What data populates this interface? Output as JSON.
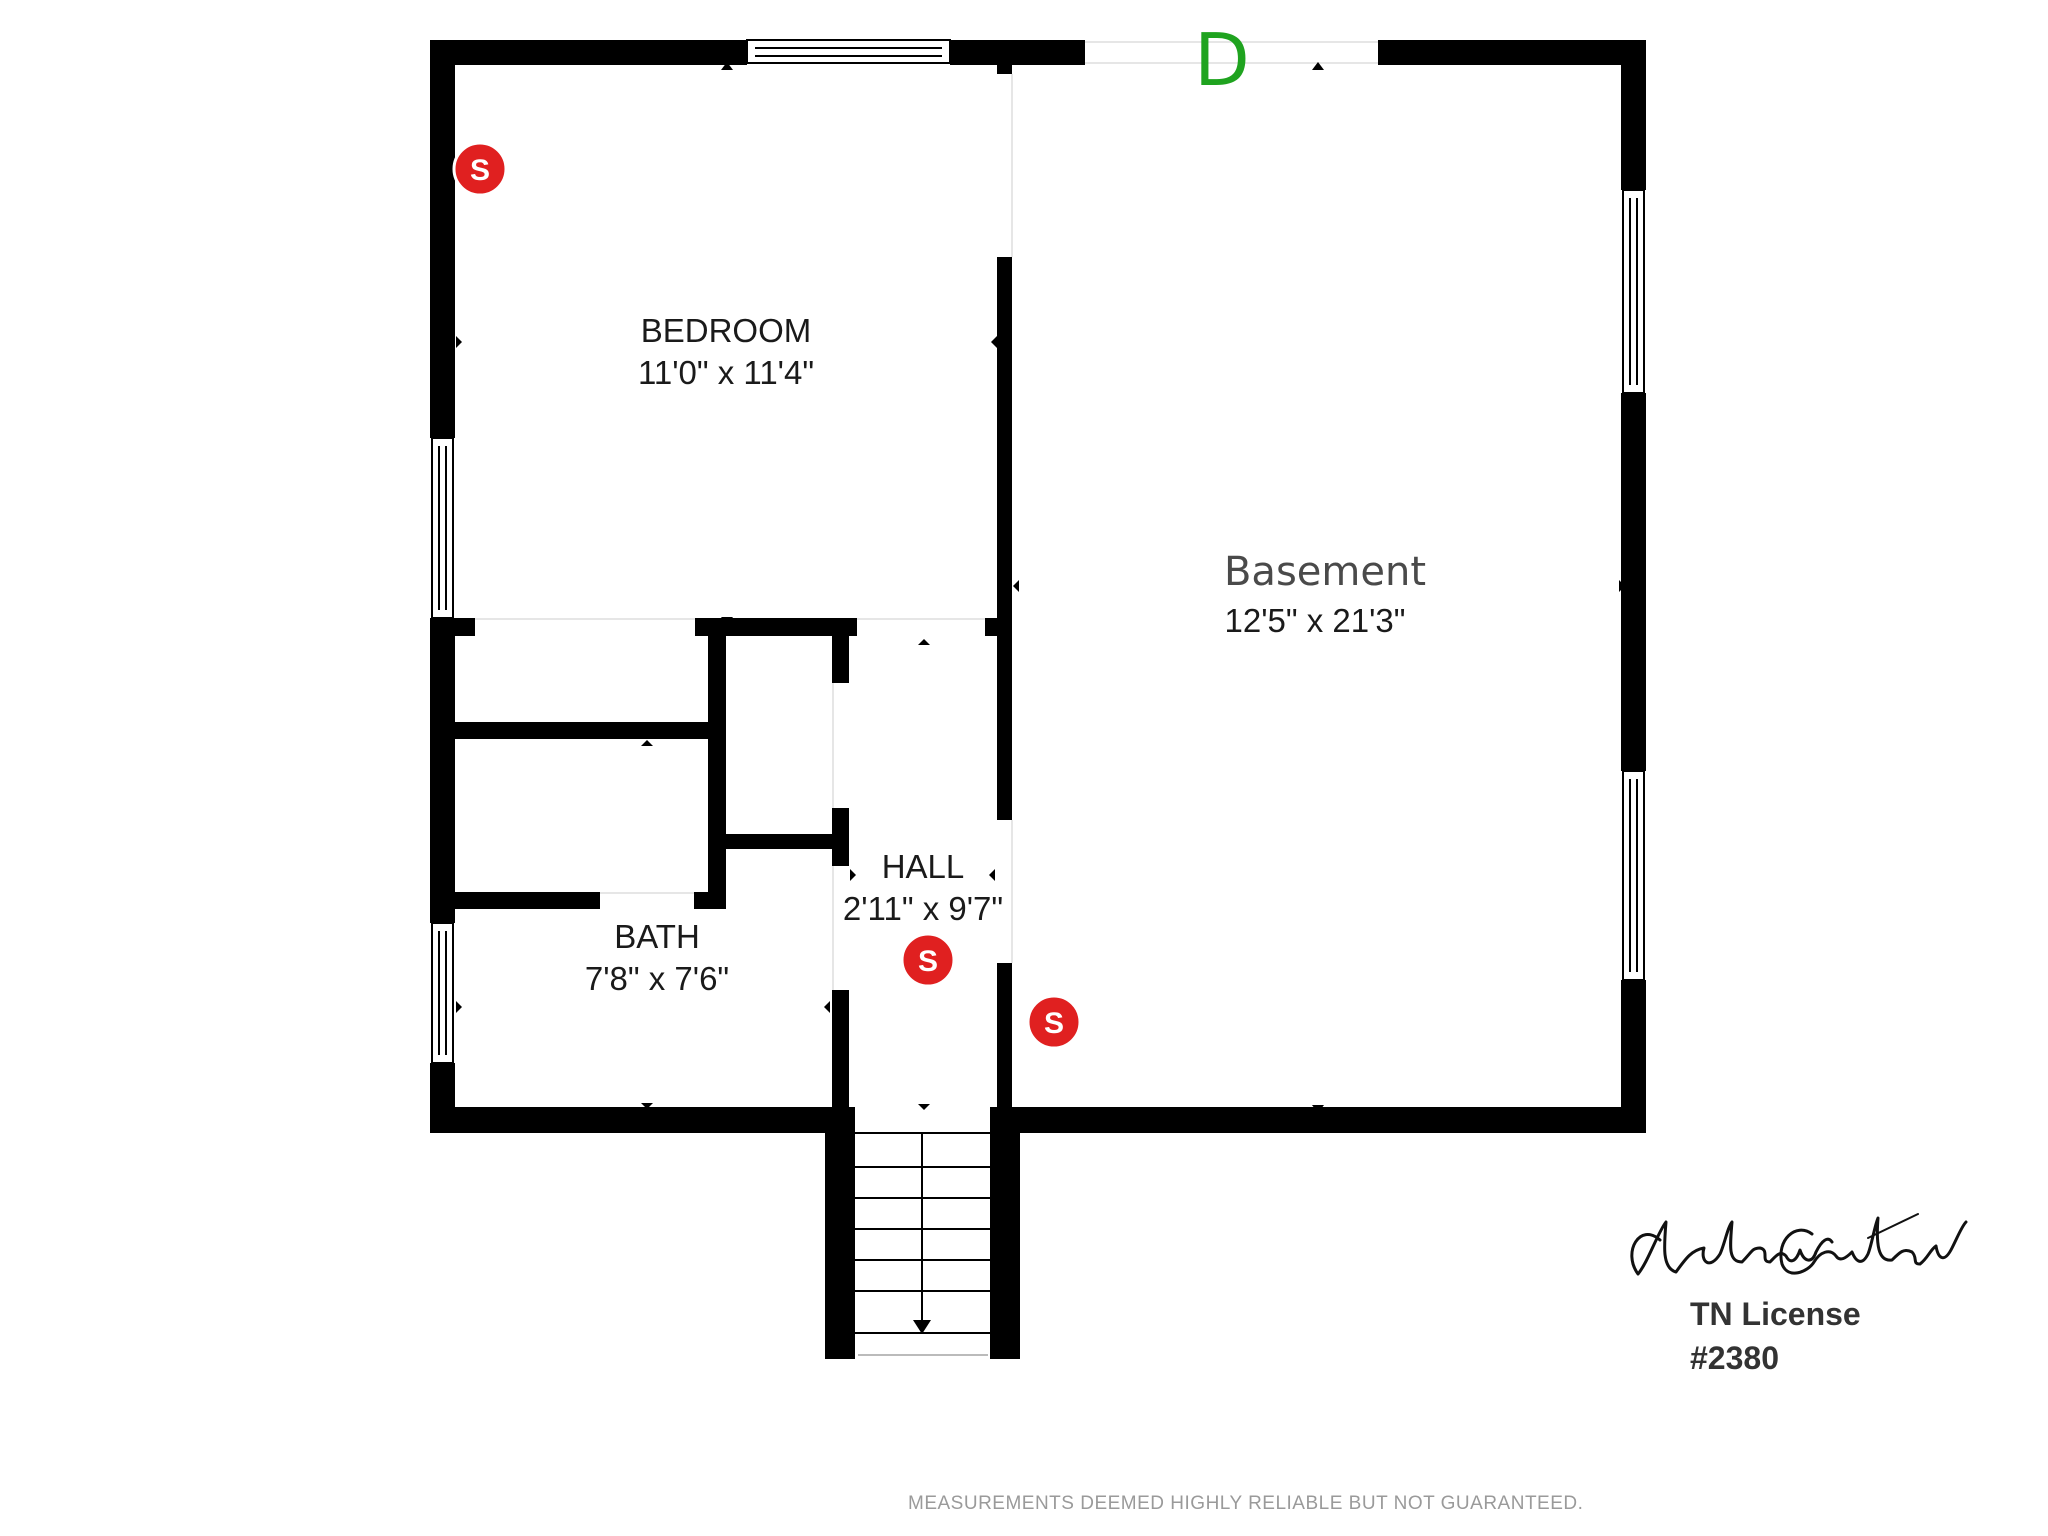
{
  "rooms": {
    "bedroom": {
      "name": "BEDROOM",
      "dims": "11'0\" x 11'4\""
    },
    "basement": {
      "name": "Basement",
      "dims": "12'5\" x 21'3\""
    },
    "hall": {
      "name": "HALL",
      "dims": "2'11\" x 9'7\""
    },
    "bath": {
      "name": "BATH",
      "dims": "7'8\" x 7'6\""
    }
  },
  "door_marker": "D",
  "smoke_marker": "S",
  "signature": {
    "script_text": "Andrew Carter",
    "license_line1": "TN License",
    "license_line2": "#2380"
  },
  "disclaimer": "MEASUREMENTS DEEMED HIGHLY RELIABLE BUT NOT GUARANTEED.",
  "colors": {
    "wall": "#000000",
    "smoke_marker": "#e02020",
    "door_marker": "#1fa31f",
    "disclaimer": "#9a9a9a"
  },
  "icons": {
    "smoke_detector": "smoke-detector-icon",
    "door": "door-icon",
    "stair_arrow": "arrow-down-icon"
  }
}
